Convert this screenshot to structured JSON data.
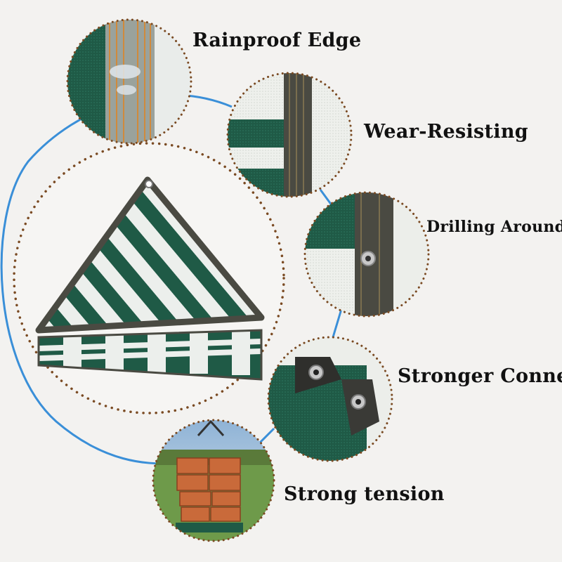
{
  "features": [
    {
      "label": "Rainproof Edge"
    },
    {
      "label": "Wear-Resisting"
    },
    {
      "label": "Drilling Around"
    },
    {
      "label": "Stronger Conner"
    },
    {
      "label": "Strong tension"
    }
  ],
  "colors": {
    "background": "#f3f2f0",
    "arc": "#3a8fd8",
    "dotted_border": "#7a4a22",
    "net_green": "#1f5a46",
    "net_white": "#ecefec",
    "binding_edge": "#4a4a42",
    "brick": "#c96a3a",
    "label_text": "#111111"
  }
}
